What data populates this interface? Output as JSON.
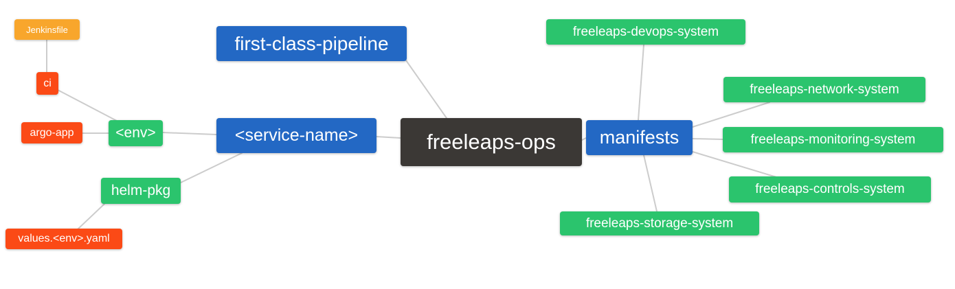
{
  "palette": {
    "blue": "#2368C4",
    "green": "#2BC46D",
    "red_orange": "#FB4A16",
    "orange": "#F8A62C",
    "dark": "#3B3835",
    "edge_gray": "#CCCCCC",
    "node_text": "#FFFFFF",
    "background": "#FFFFFF"
  },
  "nodes": {
    "freeleaps_ops": {
      "label": "freeleaps-ops",
      "color": "#3B3835"
    },
    "first_class_pipeline": {
      "label": "first-class-pipeline",
      "color": "#2368C4"
    },
    "service_name": {
      "label": "<service-name>",
      "color": "#2368C4"
    },
    "manifests": {
      "label": "manifests",
      "color": "#2368C4"
    },
    "env": {
      "label": "<env>",
      "color": "#2BC46D"
    },
    "helm_pkg": {
      "label": "helm-pkg",
      "color": "#2BC46D"
    },
    "ci": {
      "label": "ci",
      "color": "#FB4A16"
    },
    "argo_app": {
      "label": "argo-app",
      "color": "#FB4A16"
    },
    "values_env_yaml": {
      "label": "values.<env>.yaml",
      "color": "#FB4A16"
    },
    "jenkinsfile": {
      "label": "Jenkinsfile",
      "color": "#F8A62C"
    },
    "freeleaps_devops_system": {
      "label": "freeleaps-devops-system",
      "color": "#2BC46D"
    },
    "freeleaps_network_system": {
      "label": "freeleaps-network-system",
      "color": "#2BC46D"
    },
    "freeleaps_monitoring_system": {
      "label": "freeleaps-monitoring-system",
      "color": "#2BC46D"
    },
    "freeleaps_controls_system": {
      "label": "freeleaps-controls-system",
      "color": "#2BC46D"
    },
    "freeleaps_storage_system": {
      "label": "freeleaps-storage-system",
      "color": "#2BC46D"
    }
  },
  "edges": [
    {
      "from": "jenkinsfile",
      "to": "ci"
    },
    {
      "from": "ci",
      "to": "env"
    },
    {
      "from": "argo_app",
      "to": "env"
    },
    {
      "from": "env",
      "to": "service_name"
    },
    {
      "from": "service_name",
      "to": "helm_pkg"
    },
    {
      "from": "helm_pkg",
      "to": "values_env_yaml"
    },
    {
      "from": "first_class_pipeline",
      "to": "freeleaps_ops"
    },
    {
      "from": "service_name",
      "to": "freeleaps_ops"
    },
    {
      "from": "freeleaps_ops",
      "to": "manifests"
    },
    {
      "from": "manifests",
      "to": "freeleaps_devops_system"
    },
    {
      "from": "manifests",
      "to": "freeleaps_network_system"
    },
    {
      "from": "manifests",
      "to": "freeleaps_monitoring_system"
    },
    {
      "from": "manifests",
      "to": "freeleaps_controls_system"
    },
    {
      "from": "manifests",
      "to": "freeleaps_storage_system"
    }
  ]
}
